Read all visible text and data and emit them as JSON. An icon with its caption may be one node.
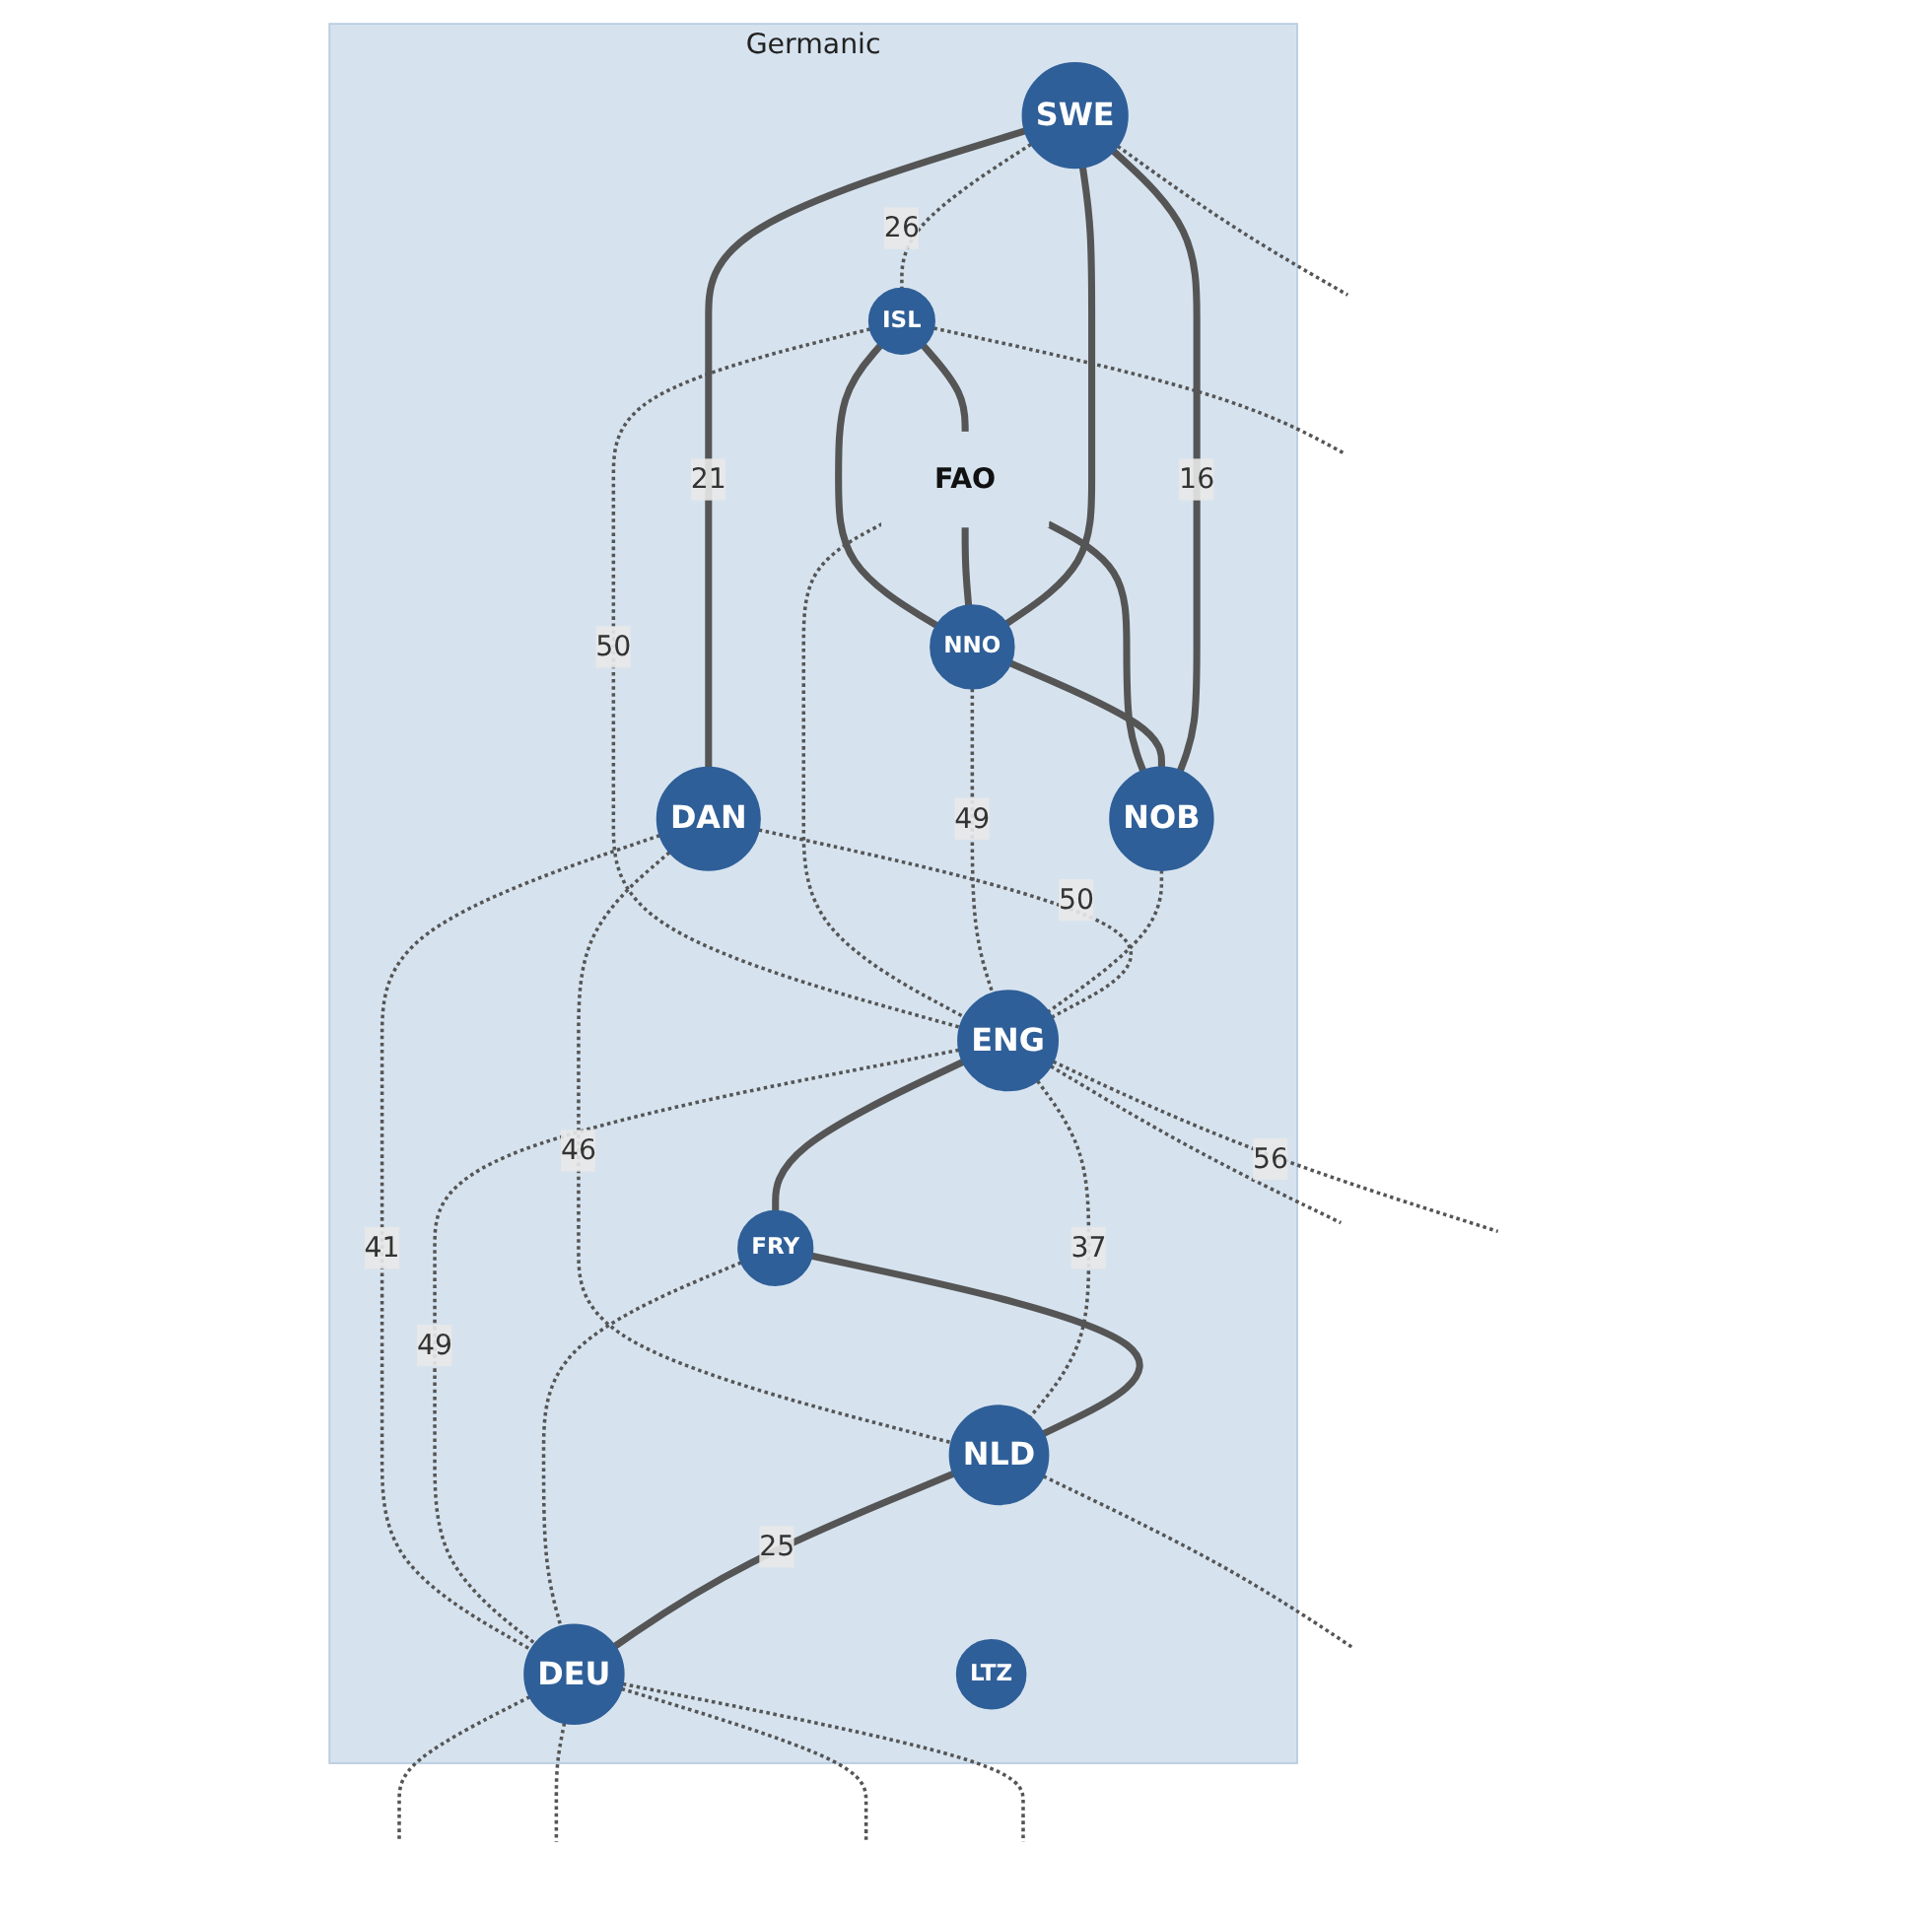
{
  "diagram": {
    "nodes": [
      {
        "text": [
          "Germanic"
        ]
      },
      {
        "text": [
          "SWE"
        ],
        "in": 0
      },
      {
        "text": [
          "ISL"
        ],
        "in": 0
      },
      {
        "text": [
          "NNO"
        ],
        "in": 0
      },
      {
        "text": [
          "FAO"
        ],
        "in": 0
      },
      {
        "text": [
          "NOB"
        ],
        "in": 0
      },
      {
        "text": [
          "DAN"
        ],
        "in": 0
      },
      {
        "text": [
          "ENG"
        ],
        "in": 0
      },
      {
        "text": [
          "DEU"
        ],
        "in": 0
      },
      {
        "text": [
          "FRY"
        ],
        "in": 0
      },
      {
        "text": [
          "NLD"
        ],
        "in": 0
      },
      {
        "text": [
          "LTZ"
        ],
        "in": 0
      }
    ],
    "edges": [
      {
        "from": 1,
        "to": 2,
        "arrow": "none",
        "label": "26",
        "style": "dashed"
      },
      {
        "from": 2,
        "to": 3,
        "arrow": "none",
        "style": "thick"
      },
      {
        "from": 2,
        "to": 4,
        "arrow": "none",
        "style": "thick"
      },
      {
        "from": 4,
        "to": 5,
        "arrow": "none",
        "style": "thick"
      },
      {
        "from": 4,
        "to": 3,
        "arrow": "none",
        "style": "thick"
      },
      {
        "from": 3,
        "to": 5,
        "arrow": "none",
        "style": "thick"
      },
      {
        "from": 1,
        "to": 3,
        "arrow": "none",
        "style": "thick"
      },
      {
        "from": 1,
        "to": 5,
        "arrow": "none",
        "label": "16",
        "style": "thick"
      },
      {
        "from": 1,
        "to": 6,
        "arrow": "none",
        "label": "21",
        "style": "thick"
      },
      {
        "from": 2,
        "to": 7,
        "arrow": "none",
        "label": "50",
        "style": "dashed"
      },
      {
        "from": 4,
        "to": 7,
        "arrow": "none",
        "style": "dashed"
      },
      {
        "from": 3,
        "to": 7,
        "arrow": "none",
        "label": "49",
        "style": "dashed"
      },
      {
        "from": 5,
        "to": 7,
        "arrow": "none",
        "style": "dashed"
      },
      {
        "from": 6,
        "to": 7,
        "arrow": "none",
        "label": "50",
        "style": "dashed"
      },
      {
        "from": 6,
        "to": 10,
        "arrow": "none",
        "label": "46",
        "style": "dashed"
      },
      {
        "from": 6,
        "to": 8,
        "arrow": "none",
        "label": "41",
        "style": "dashed"
      },
      {
        "from": 7,
        "to": 8,
        "arrow": "none",
        "label": "49",
        "style": "dashed"
      },
      {
        "from": 7,
        "to": 9,
        "arrow": "none",
        "style": "thick"
      },
      {
        "from": 9,
        "to": 8,
        "arrow": "none",
        "style": "dashed"
      },
      {
        "from": 7,
        "to": 10,
        "arrow": "none",
        "label": "37",
        "style": "dashed"
      },
      {
        "from": 9,
        "to": 10,
        "arrow": "none",
        "style": "thick"
      },
      {
        "from": 10,
        "to": 8,
        "arrow": "none",
        "label": "25",
        "style": "thick"
      },
      {
        "from": 2,
        "to": null,
        "arrow": "none",
        "style": "dashed"
      },
      {
        "from": 1,
        "to": null,
        "arrow": "none",
        "style": "dashed"
      },
      {
        "from": 7,
        "to": null,
        "arrow": "none",
        "style": "dashed"
      },
      {
        "from": 7,
        "to": null,
        "arrow": "none",
        "label": "56",
        "style": "dashed"
      },
      {
        "from": 8,
        "to": null,
        "arrow": "none",
        "style": "dashed"
      },
      {
        "from": 8,
        "to": null,
        "arrow": "none",
        "style": "dashed"
      },
      {
        "from": 8,
        "to": null,
        "arrow": "none",
        "style": "dashed"
      },
      {
        "from": 8,
        "to": null,
        "arrow": "none",
        "style": "dashed"
      },
      {
        "from": 10,
        "to": null,
        "arrow": "none",
        "style": "dashed"
      }
    ]
  }
}
